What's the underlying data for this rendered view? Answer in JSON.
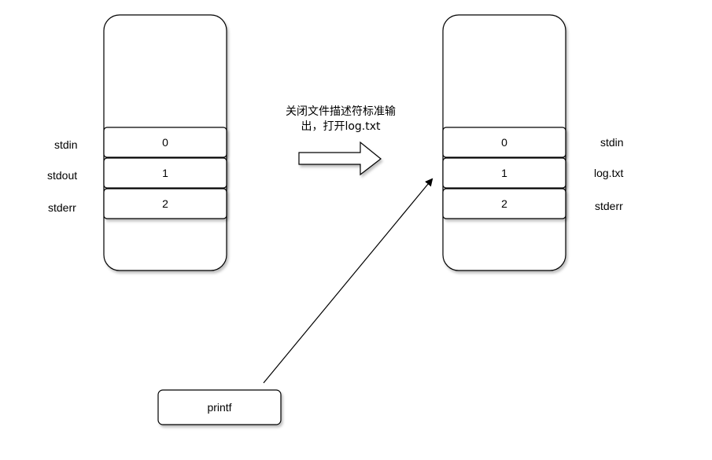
{
  "left_table": {
    "labels": [
      "stdin",
      "stdout",
      "stderr"
    ],
    "slots": [
      "0",
      "1",
      "2"
    ]
  },
  "right_table": {
    "labels": [
      "stdin",
      "log.txt",
      "stderr"
    ],
    "slots": [
      "0",
      "1",
      "2"
    ]
  },
  "transition": {
    "line1": "关闭文件描述符标准输",
    "line2": "出，打开log.txt"
  },
  "printf_box": {
    "label": "printf"
  }
}
